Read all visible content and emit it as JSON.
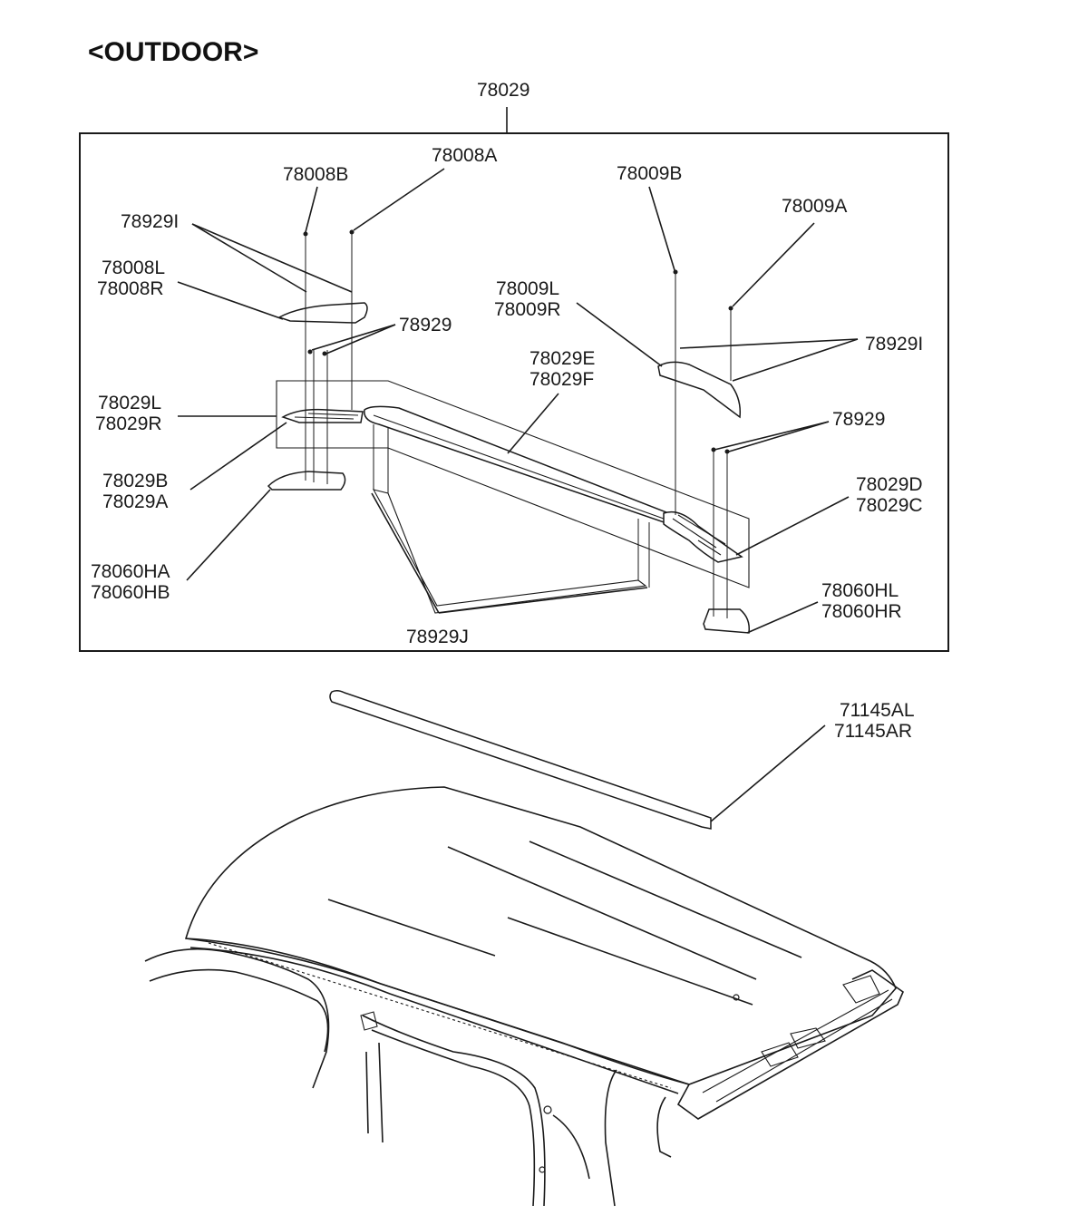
{
  "title": "<OUTDOOR>",
  "labels": {
    "assembly": "78029",
    "l_78008B": "78008B",
    "l_78008A": "78008A",
    "l_78009B": "78009B",
    "l_78009A": "78009A",
    "l_78929I_left": "78929I",
    "l_78008L": "78008L",
    "l_78008R": "78008R",
    "l_78009L": "78009L",
    "l_78009R": "78009R",
    "l_78929_top": "78929",
    "l_78929I_right": "78929I",
    "l_78029E": "78029E",
    "l_78029F": "78029F",
    "l_78029L": "78029L",
    "l_78029R": "78029R",
    "l_78929_right": "78929",
    "l_78029D": "78029D",
    "l_78029C": "78029C",
    "l_78029B": "78029B",
    "l_78029A": "78029A",
    "l_78060HA": "78060HA",
    "l_78060HB": "78060HB",
    "l_78060HL": "78060HL",
    "l_78060HR": "78060HR",
    "l_78929J": "78929J",
    "l_71145AL": "71145AL",
    "l_71145AR": "71145AR"
  }
}
